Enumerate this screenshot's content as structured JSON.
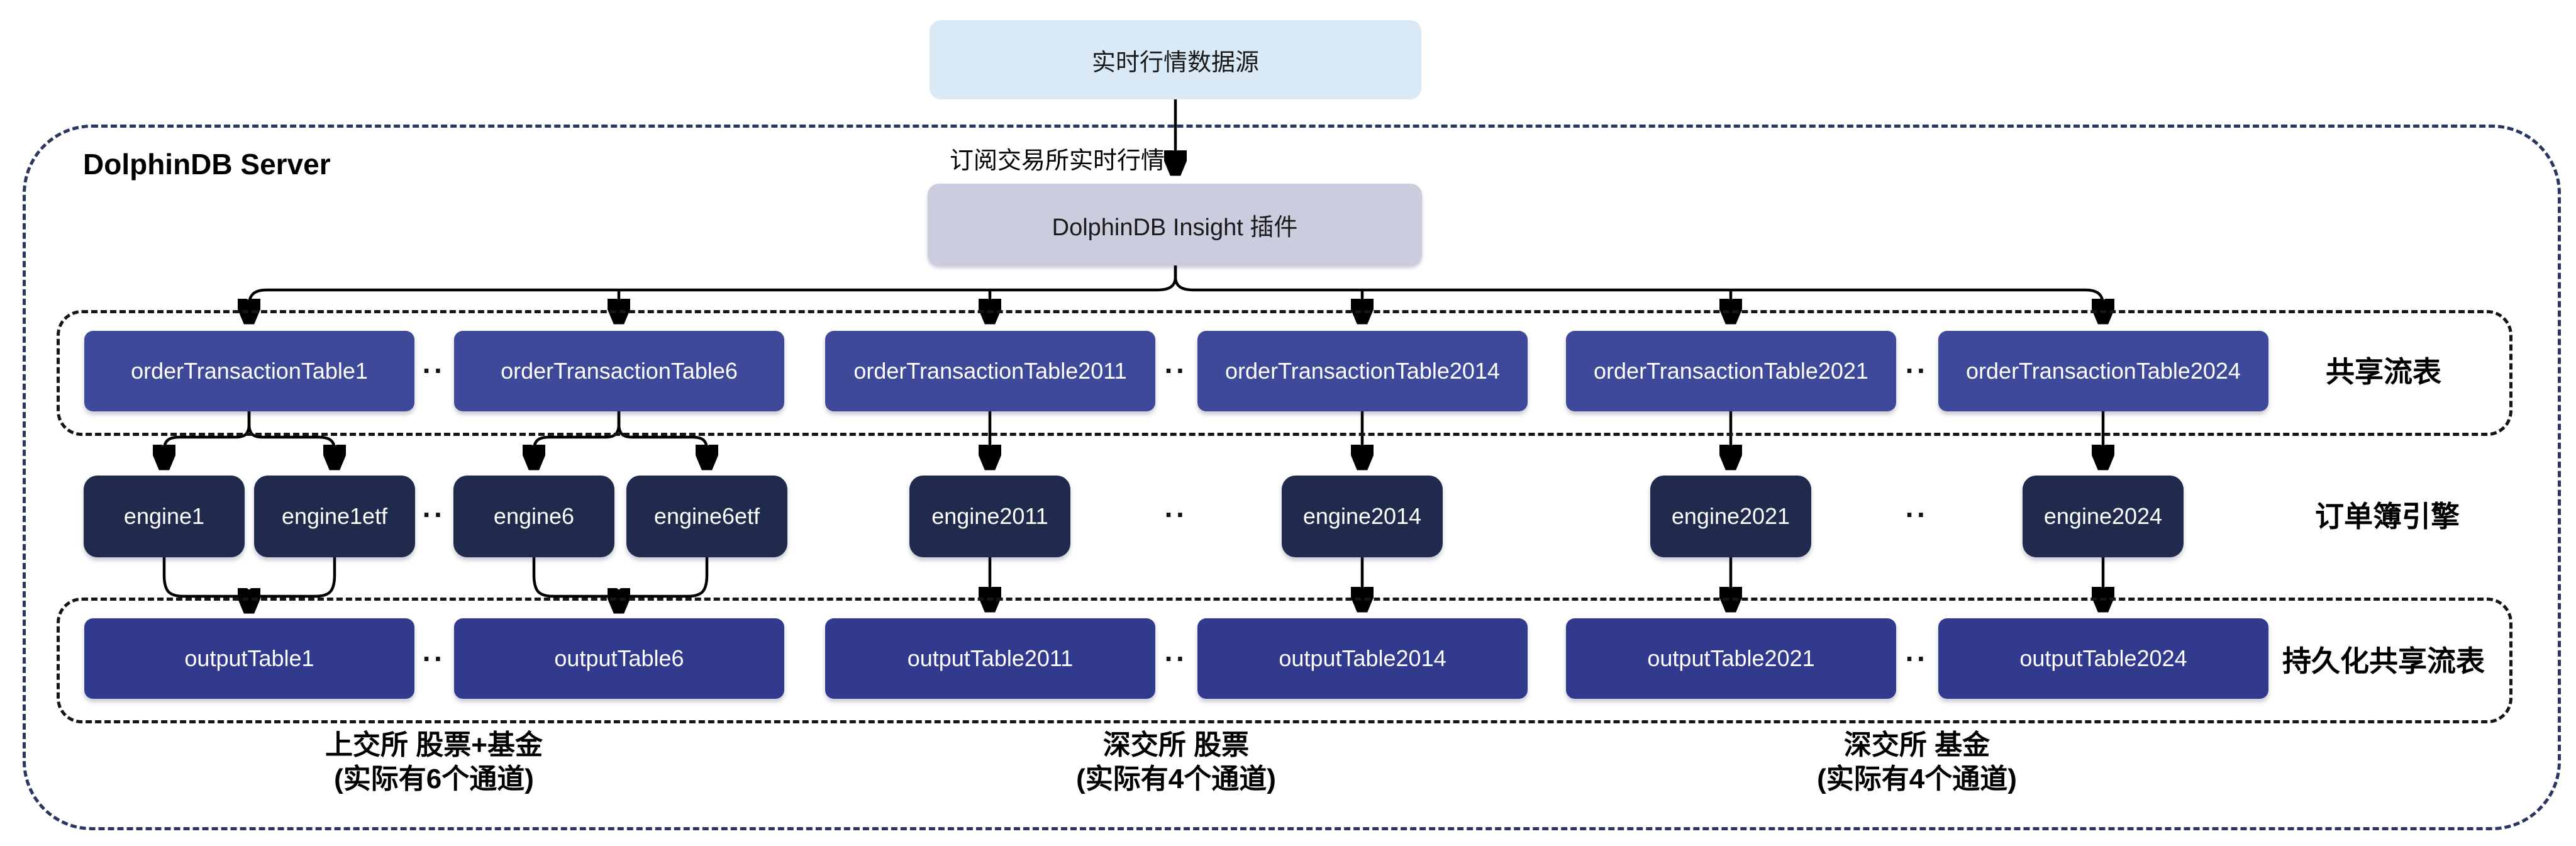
{
  "source_box": {
    "label": "实时行情数据源"
  },
  "subscribe_arrow": {
    "label": "订阅交易所实时行情"
  },
  "server": {
    "title": "DolphinDB Server",
    "plugin_label": "DolphinDB Insight 插件"
  },
  "ellipsis": "··",
  "shared_row": {
    "label": "共享流表",
    "tables": [
      {
        "label": "orderTransactionTable1"
      },
      {
        "label": "orderTransactionTable6"
      },
      {
        "label": "orderTransactionTable2011"
      },
      {
        "label": "orderTransactionTable2014"
      },
      {
        "label": "orderTransactionTable2021"
      },
      {
        "label": "orderTransactionTable2024"
      }
    ]
  },
  "engine_row": {
    "label": "订单簿引擎",
    "engines": [
      {
        "label": "engine1"
      },
      {
        "label": "engine1etf"
      },
      {
        "label": "engine6"
      },
      {
        "label": "engine6etf"
      },
      {
        "label": "engine2011"
      },
      {
        "label": "engine2014"
      },
      {
        "label": "engine2021"
      },
      {
        "label": "engine2024"
      }
    ]
  },
  "output_row": {
    "label": "持久化共享流表",
    "tables": [
      {
        "label": "outputTable1"
      },
      {
        "label": "outputTable6"
      },
      {
        "label": "outputTable2011"
      },
      {
        "label": "outputTable2014"
      },
      {
        "label": "outputTable2021"
      },
      {
        "label": "outputTable2024"
      }
    ]
  },
  "groups": [
    {
      "line1": "上交所 股票+基金",
      "line2": "(实际有6个通道)"
    },
    {
      "line1": "深交所 股票",
      "line2": "(实际有4个通道)"
    },
    {
      "line1": "深交所 基金",
      "line2": "(实际有4个通道)"
    }
  ],
  "colors": {
    "source_box_bg": "#D9E9F6",
    "plugin_box_bg": "#CBCCDE",
    "shared_table_bg": "#3F4999",
    "engine_bg": "#1F2A4C",
    "output_table_bg": "#313A8C",
    "outer_border": "#2A3560",
    "inner_border": "#151515",
    "arrow": "#000000"
  }
}
